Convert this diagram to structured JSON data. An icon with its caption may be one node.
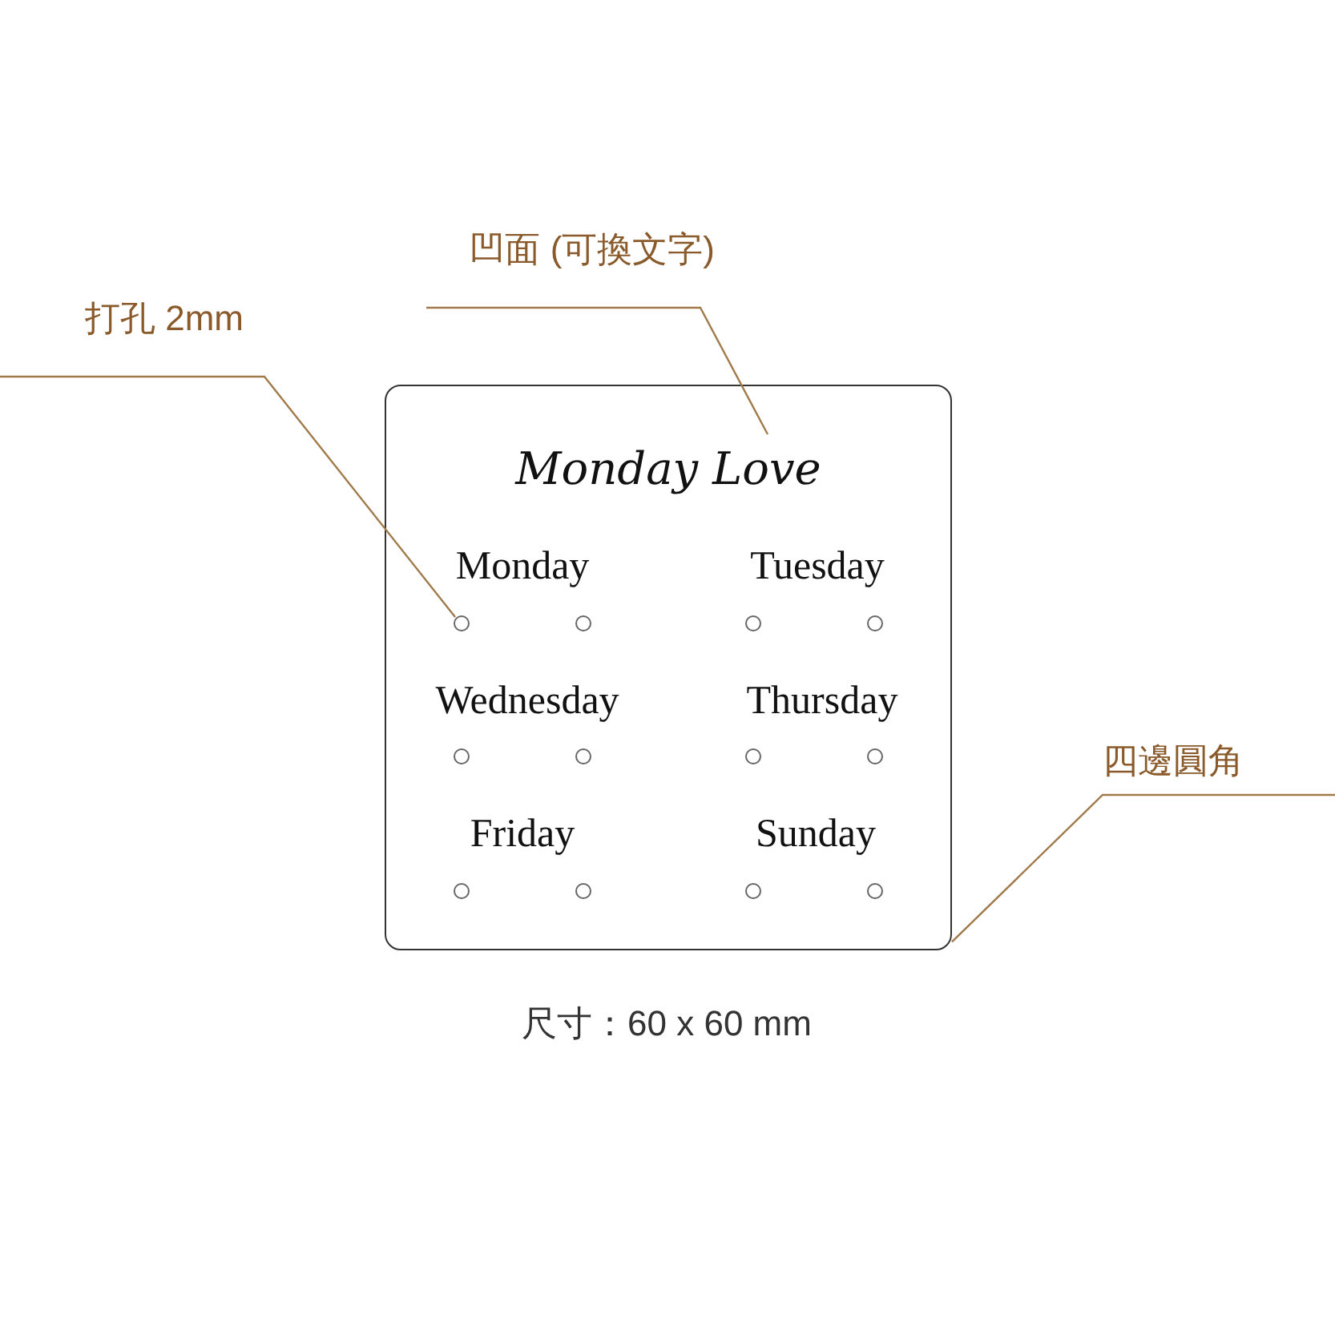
{
  "diagram": {
    "nodes": [
      {
        "text": [],
        "shape": "box"
      },
      {
        "text": [
          "Monday Love"
        ],
        "in": 0
      },
      {
        "text": [
          "打孔 2mm"
        ]
      },
      {
        "text": [
          "凹面 (可換文字)"
        ]
      },
      {
        "text": [
          "四邊圓角"
        ]
      },
      {
        "text": [],
        "shape": "circle",
        "in": 0
      },
      {
        "text": [],
        "shape": "circle",
        "in": 0
      },
      {
        "text": [],
        "shape": "circle",
        "in": 0
      },
      {
        "text": [],
        "shape": "circle",
        "in": 0
      },
      {
        "text": [],
        "shape": "circle",
        "in": 0
      },
      {
        "text": [],
        "shape": "circle",
        "in": 0
      },
      {
        "text": [],
        "shape": "circle",
        "in": 0
      },
      {
        "text": [],
        "shape": "circle",
        "in": 0
      },
      {
        "text": [],
        "shape": "circle",
        "in": 0
      },
      {
        "text": [],
        "shape": "circle",
        "in": 0
      },
      {
        "text": [],
        "shape": "circle",
        "in": 0
      },
      {
        "text": [],
        "shape": "circle",
        "in": 0
      }
    ],
    "edges": [
      {
        "from": 2,
        "to": 5,
        "arrow": "none"
      },
      {
        "from": 3,
        "to": 1,
        "arrow": "none"
      },
      {
        "from": 4,
        "to": 0,
        "arrow": "none"
      }
    ],
    "labels": [
      "Monday",
      "Tuesday",
      "Wednesday",
      "Thursday",
      "Friday",
      "Sunday",
      "尺寸：60 x 60 mm"
    ]
  }
}
